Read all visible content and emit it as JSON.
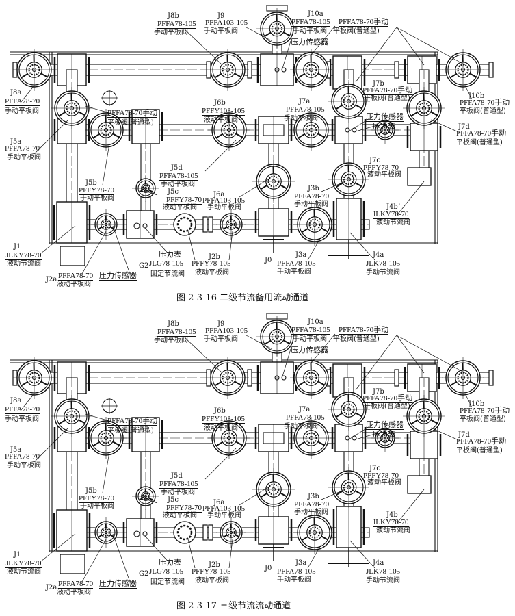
{
  "figures": [
    {
      "caption": "图 2-3-16    二级节流备用流动通道",
      "labels": [
        "J8b",
        "PFFA78-105",
        "手动平板阀",
        "J9",
        "PFFA103-105",
        "手动平板阀",
        "J10a",
        "PFFA78-105",
        "手动平板阀",
        "PFFA78-70手动",
        "平板阀(普通型)",
        "压力传感器",
        "J8a",
        "PFFA78-70",
        "手动平板阀",
        "PFFA78-70手动",
        "平板阀(普通型)",
        "J6b",
        "PFFY103-105",
        "液动平板阀",
        "J7a",
        "PFFA78-105",
        "手动平板阀",
        "J7b",
        "PFFA78-70手动",
        "平板阀(普通型)",
        "压力传感器",
        "压力表",
        "J10b",
        "PFFA78-70手动",
        "平板阀(普通型)",
        "J7d",
        "PFFA78-70手动",
        "平板阀(普通型)",
        "J5a",
        "PFFA78-70",
        "手动平板阀",
        "J5b",
        "PFFY78-70",
        "手动平板阀",
        "J5d",
        "PFFA78-105",
        "手动平板阀",
        "J5c",
        "PFFY78-70",
        "液动平板阀",
        "J6a",
        "PFFA103-105",
        "手动平板阀",
        "J7c",
        "PFFY78-70",
        "液动平板阀",
        "J3b",
        "PFFA78-70",
        "手动平板阀",
        "J4b`",
        "JLKY78-70",
        "液动节流阀",
        "J1",
        "JLKY78-70",
        "液动节流阀",
        "压力表",
        "G2",
        "JLG78-105",
        "固定节流阀",
        "J2b",
        "PFFY78-105",
        "液动平板阀",
        "J2a",
        "PFFA78-70",
        "液动平板阀",
        "压力传感器",
        "J0",
        "J3a",
        "PFFA78-105",
        "手动平板阀",
        "J4a",
        "JLK78-105",
        "手动节流阀"
      ]
    },
    {
      "caption": "图 2-3-17    三级节流流动通道",
      "labels": [
        "J8b",
        "PFFA78-105",
        "手动平板阀",
        "J9",
        "PFFA103-105",
        "手动平板阀",
        "J10a",
        "PFFA78-105",
        "手动平板阀",
        "PFFA78-70手动",
        "平板阀(普通型)",
        "压力传感器",
        "J8a",
        "PFFA78-70",
        "手动平板阀",
        "PFFA78-70手动",
        "平板阀(普通型)",
        "J6b",
        "PFFY103-105",
        "液动平板阀",
        "J7a",
        "PFFA78-105",
        "手动平板阀",
        "J7b",
        "PFFA78-70手动",
        "平板阀(普通型)",
        "压力传感器",
        "压力表",
        "J10b",
        "PFFA78-70手动",
        "平板阀(普通型)",
        "J7d",
        "PFFA78-70手动",
        "平板阀(普通型)",
        "J5a",
        "PFFA78-70",
        "手动平板阀",
        "J5b",
        "PFFY78-70",
        "手动平板阀",
        "J5d",
        "PFFA78-105",
        "手动平板阀",
        "J5c",
        "PFFY78-70",
        "液动平板阀",
        "J6a",
        "PFFA103-105",
        "手动平板阀",
        "J7c",
        "PFFY78-70",
        "液动平板阀",
        "J3b",
        "PFFA78-70",
        "手动平板阀",
        "J4b",
        "JLKY78-70",
        "液动节流阀",
        "J1",
        "JLKY78-70",
        "液动节流阀",
        "压力表",
        "G2",
        "JLG78-105",
        "固定节流阀",
        "J2b",
        "PFFY78-105",
        "液动平板阀",
        "J2a",
        "PFFA78-70",
        "液动平板阀",
        "压力传感器",
        "J0",
        "J3a",
        "PFFA78-105",
        "手动平板阀",
        "J4a",
        "JLK78-105",
        "手动节流阀"
      ]
    }
  ]
}
